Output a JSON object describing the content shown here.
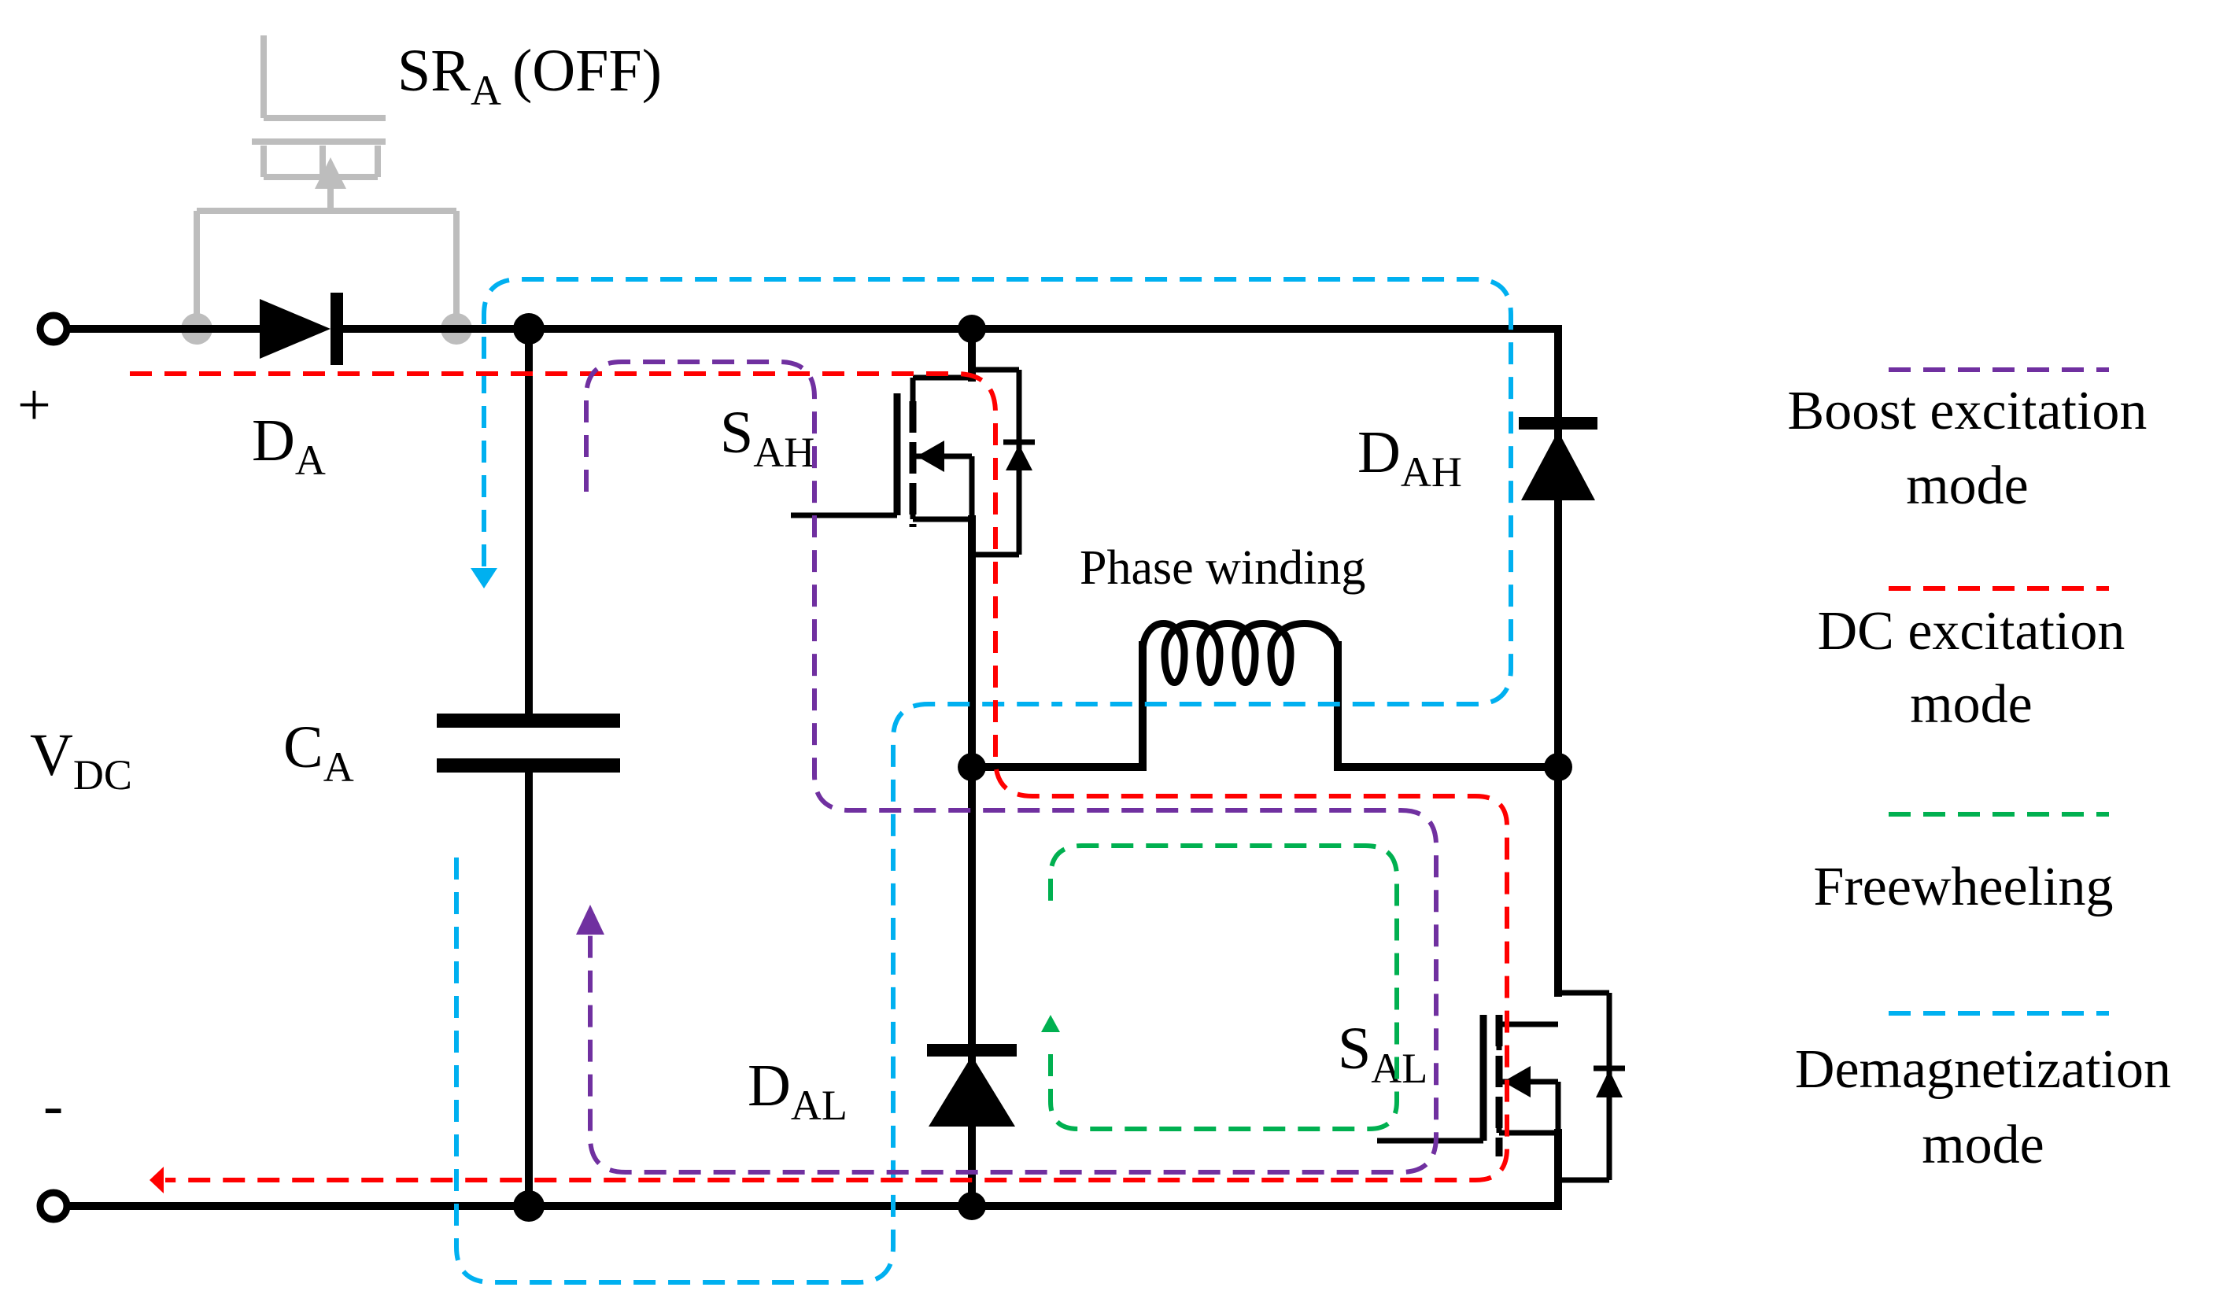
{
  "labels": {
    "sr_a": "SR",
    "sr_a_sub": "A",
    "sr_a_state": "(OFF)",
    "d_a": "D",
    "d_a_sub": "A",
    "plus": "+",
    "minus": "-",
    "v_dc": "V",
    "v_dc_sub": "DC",
    "c_a": "C",
    "c_a_sub": "A",
    "s_ah": "S",
    "s_ah_sub": "AH",
    "d_ah": "D",
    "d_ah_sub": "AH",
    "phase_winding": "Phase winding",
    "d_al": "D",
    "d_al_sub": "AL",
    "s_al": "S",
    "s_al_sub": "AL"
  },
  "legend": {
    "boost_line1": "Boost excitation",
    "boost_line2": "mode",
    "dc_line1": "DC excitation",
    "dc_line2": "mode",
    "freewheeling": "Freewheeling",
    "demag_line1": "Demagnetization",
    "demag_line2": "mode"
  },
  "colors": {
    "boost": "#7030a0",
    "dc": "#ff0000",
    "freewheeling": "#00b050",
    "demagnetization": "#00b0f0",
    "inactive_switch": "#bdbdbd",
    "wire": "#000000"
  }
}
